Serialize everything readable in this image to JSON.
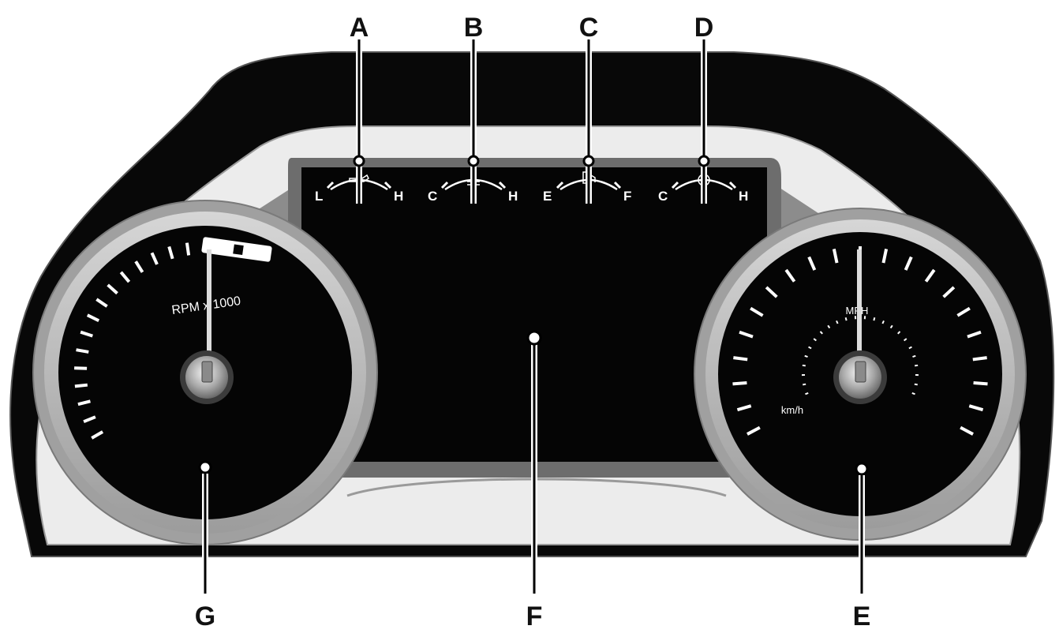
{
  "callouts": {
    "a": "A",
    "b": "B",
    "c": "C",
    "d": "D",
    "e": "E",
    "f": "F",
    "g": "G"
  },
  "gauges": {
    "a": {
      "left": "L",
      "right": "H",
      "icon": "oil-temperature-icon"
    },
    "b": {
      "left": "C",
      "right": "H",
      "icon": "transmission-temperature-icon"
    },
    "c": {
      "left": "E",
      "right": "F",
      "icon": "fuel-pump-icon"
    },
    "d": {
      "left": "C",
      "right": "H",
      "icon": "coolant-temperature-icon"
    }
  },
  "tachometer": {
    "label": "RPM x 1000"
  },
  "speedometer": {
    "label": "MPH",
    "sublabel": "km/h"
  },
  "colors": {
    "housing": "#080808",
    "bezel": "#ededed",
    "dial_ring": "#bdbdbd",
    "dial_face": "#050505",
    "redline": "#ffffff"
  }
}
